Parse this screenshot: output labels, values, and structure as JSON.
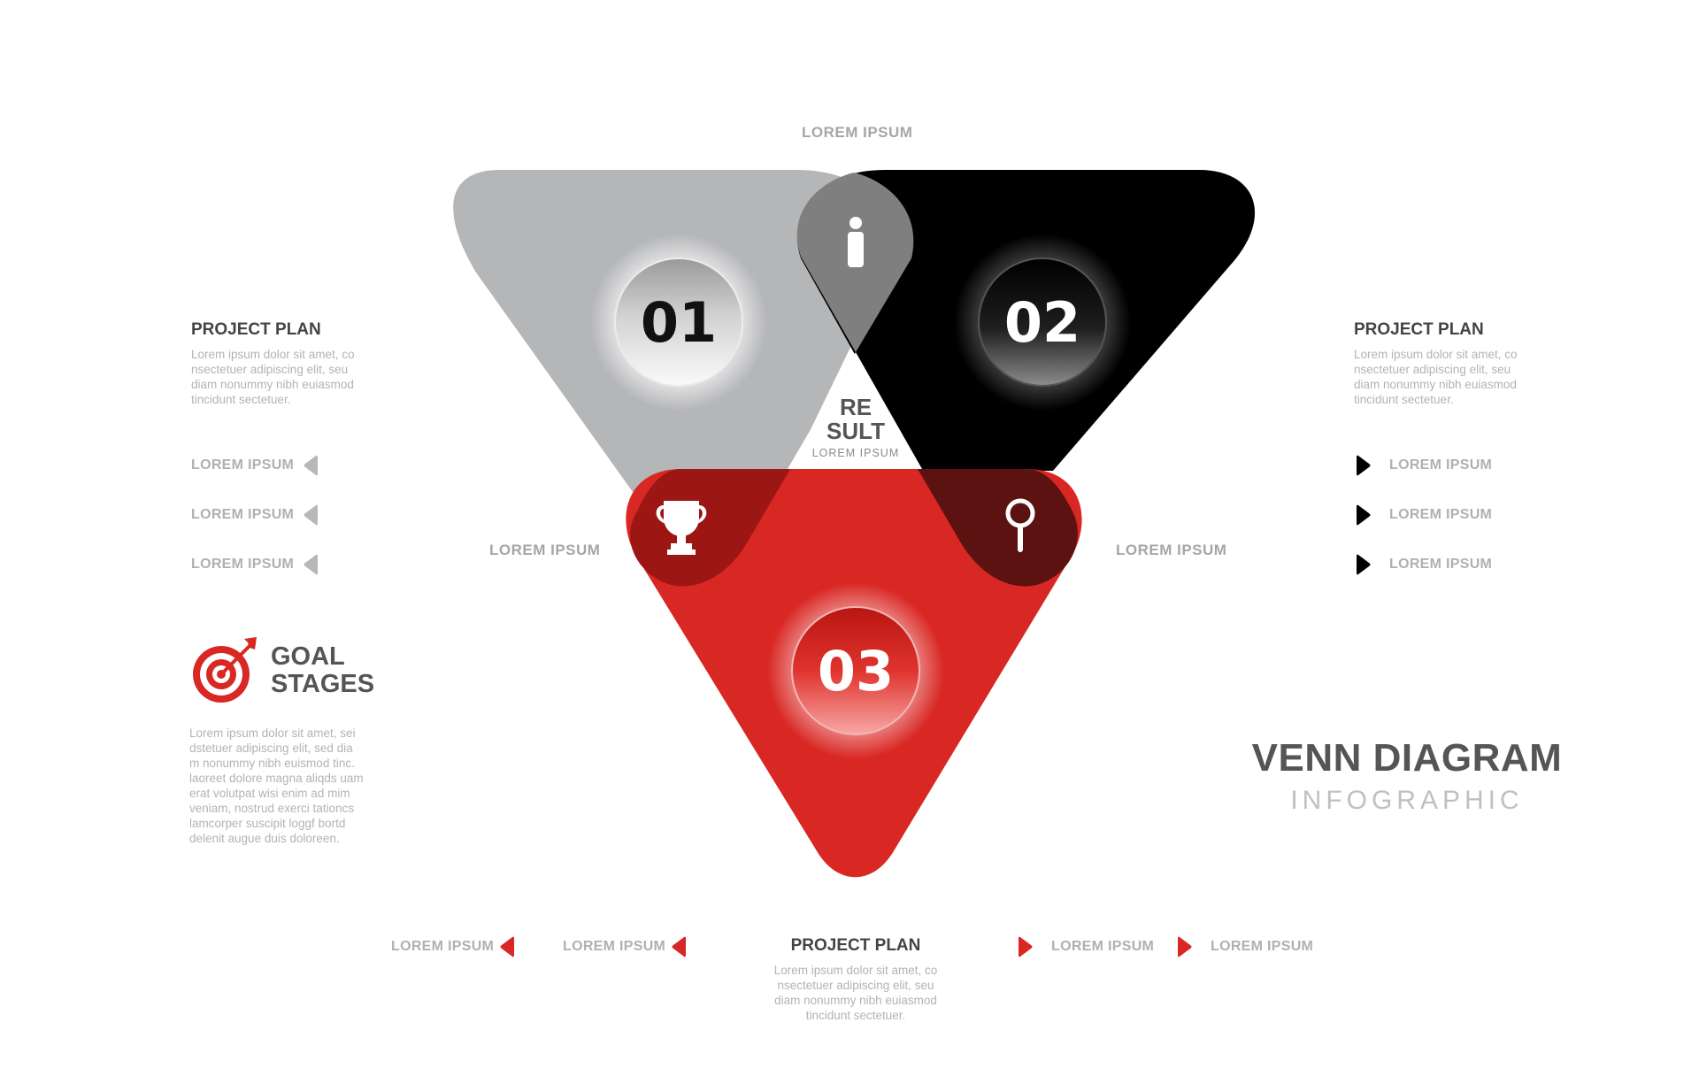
{
  "top_label": "LOREM IPSUM",
  "left_side_label": "LOREM IPSUM",
  "right_side_label": "LOREM IPSUM",
  "center": {
    "line1": "RE",
    "line2": "SULT",
    "caption": "LOREM IPSUM"
  },
  "numbers": [
    "01",
    "02",
    "03"
  ],
  "icons": {
    "top": "person-icon",
    "left": "trophy-icon",
    "right": "magnifier-icon"
  },
  "left_block": {
    "title": "PROJECT PLAN",
    "body": [
      "Lorem ipsum dolor sit amet, co",
      "nsectetuer adipiscing elit, seu",
      "diam nonummy nibh euiasmod",
      "tincidunt sectetuer."
    ],
    "items": [
      "LOREM IPSUM",
      "LOREM IPSUM",
      "LOREM IPSUM"
    ]
  },
  "right_block": {
    "title": "PROJECT PLAN",
    "body": [
      "Lorem ipsum dolor sit amet, co",
      "nsectetuer adipiscing elit, seu",
      "diam nonummy nibh euiasmod",
      "tincidunt sectetuer."
    ],
    "items": [
      "LOREM IPSUM",
      "LOREM IPSUM",
      "LOREM IPSUM"
    ]
  },
  "bottom_block": {
    "title": "PROJECT PLAN",
    "body": [
      "Lorem ipsum dolor sit amet, co",
      "nsectetuer adipiscing elit, seu",
      "diam nonummy nibh euiasmod",
      "tincidunt sectetuer."
    ],
    "left_items": [
      "LOREM IPSUM",
      "LOREM IPSUM"
    ],
    "right_items": [
      "LOREM IPSUM",
      "LOREM IPSUM"
    ]
  },
  "goal": {
    "line1": "GOAL",
    "line2": "STAGES",
    "body": [
      "Lorem ipsum dolor sit amet, sei",
      "dstetuer adipiscing elit, sed dia",
      "m nonummy nibh euismod tinc.",
      "laoreet dolore magna aliqds uam",
      "erat volutpat wisi enim ad mim",
      "veniam, nostrud exerci tationcs",
      "lamcorper suscipit loggf bortd",
      "delenit augue duis doloreen."
    ]
  },
  "heading": {
    "title": "VENN DIAGRAM",
    "subtitle": "INFOGRAPHIC"
  },
  "colors": {
    "gray": "#b5b6b8",
    "black": "#000000",
    "red": "#d92723",
    "text_dark": "#444444",
    "text_muted": "#a6a6a6"
  }
}
